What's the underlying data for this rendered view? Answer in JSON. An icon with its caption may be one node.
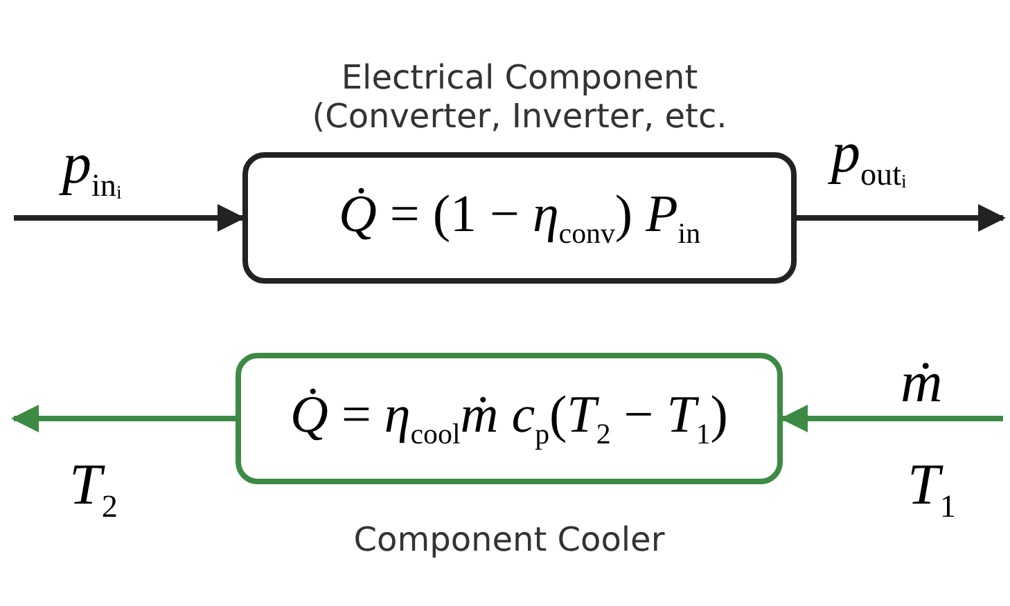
{
  "diagram": {
    "nodes": [
      {
        "text": [
          "Electrical Component (Converter, Inverter, etc.",
          "*Q̇* = (1 − *η*$_{conv}$) *P*$_{in}$"
        ]
      },
      {
        "text": [
          "*Q̇* = *η*$_{cool}$*ṁ c*$_{p}$(*T*$_{2}$ − *T*$_{1}$)",
          "Component Cooler"
        ]
      }
    ],
    "edges": [
      {
        "from": null,
        "to": 0,
        "arrow": "to",
        "label": "*p*$_{inᵢ}$"
      },
      {
        "from": 0,
        "to": null,
        "arrow": "to",
        "label": "*p*$_{outᵢ}$"
      },
      {
        "from": null,
        "to": 1,
        "arrow": "to",
        "label": "*ṁ*",
        "color": "#3d8a44"
      },
      {
        "from": 1,
        "to": null,
        "arrow": "to",
        "label": "*T*$_{2}$",
        "color": "#3d8a44"
      }
    ],
    "labels": [
      "*T*$_{1}$"
    ]
  }
}
